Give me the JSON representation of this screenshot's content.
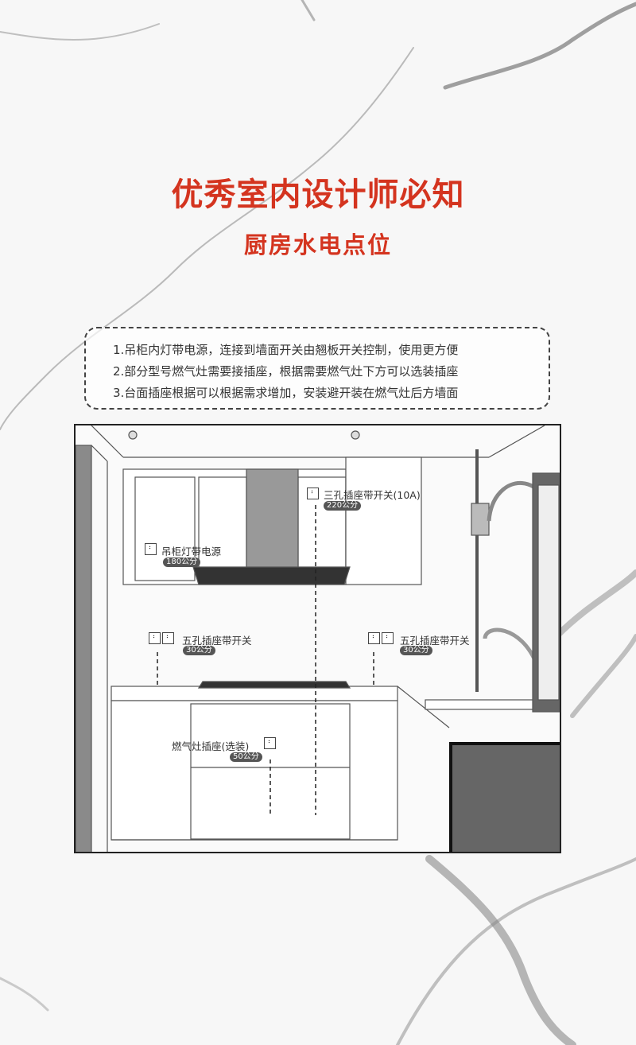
{
  "header": {
    "title": "优秀室内设计师必知",
    "subtitle": "厨房水电点位"
  },
  "notes": [
    "1.吊柜内灯带电源，连接到墙面开关由翘板开关控制，使用更方便",
    "2.部分型号燃气灶需要接插座，根据需要燃气灶下方可以选装插座",
    "3.台面插座根据可以根据需求增加，安装避开装在燃气灶后方墙面"
  ],
  "diagram": {
    "points": [
      {
        "label": "三孔插座带开关(10A)",
        "height": "220公分"
      },
      {
        "label": "吊柜灯带电源",
        "height": "180公分"
      },
      {
        "label": "五孔插座带开关",
        "height": "30公分"
      },
      {
        "label": "五孔插座带开关",
        "height": "30公分"
      },
      {
        "label": "燃气灶插座(选装)",
        "height": "50公分"
      }
    ]
  },
  "colors": {
    "accent": "#d4341f"
  }
}
